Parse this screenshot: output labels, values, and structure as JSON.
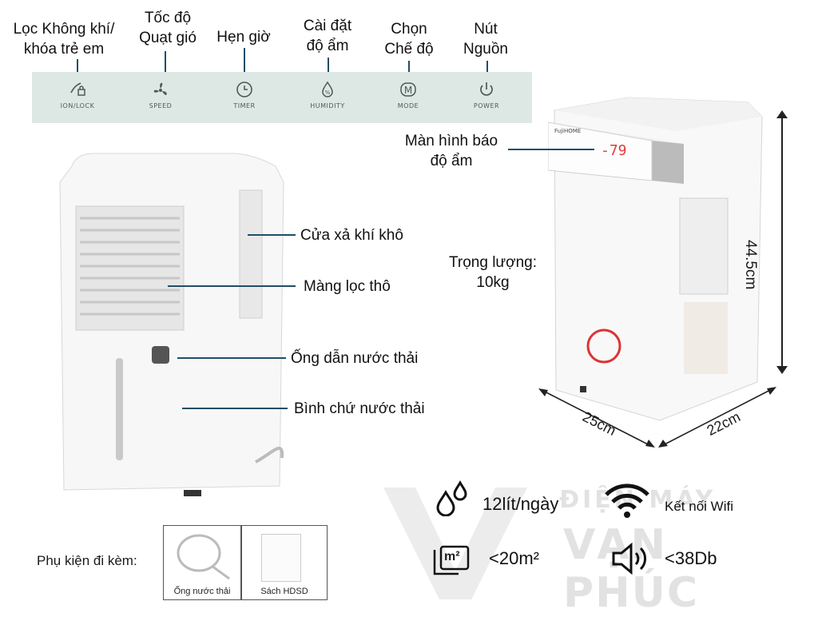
{
  "top_labels": {
    "ion_lock": [
      "Lọc Không khí/",
      "khóa trẻ em"
    ],
    "speed": [
      "Tốc độ",
      "Quạt gió"
    ],
    "timer": [
      "Hẹn giờ"
    ],
    "humidity": [
      "Cài đặt",
      "độ ẩm"
    ],
    "mode": [
      "Chọn",
      "Chế độ"
    ],
    "power": [
      "Nút",
      "Nguồn"
    ]
  },
  "panel": {
    "buttons": [
      {
        "icon": "ion-lock-icon",
        "caption": "ION/LOCK"
      },
      {
        "icon": "fan-icon",
        "caption": "SPEED"
      },
      {
        "icon": "timer-icon",
        "caption": "TIMER"
      },
      {
        "icon": "humidity-icon",
        "caption": "HUMIDITY"
      },
      {
        "icon": "mode-icon",
        "caption": "MODE"
      },
      {
        "icon": "power-icon",
        "caption": "POWER"
      }
    ]
  },
  "front_callouts": {
    "dry_air_outlet": "Cửa xả khí khô",
    "coarse_filter": "Màng lọc thô",
    "drain_hose": "Ống dẫn nước thải",
    "water_tank": "Bình chứ nước thải"
  },
  "side_callouts": {
    "display": [
      "Màn hình báo",
      "độ ẩm"
    ],
    "weight": [
      "Trọng lượng:",
      "10kg"
    ],
    "height": "44.5cm",
    "width": "25cm",
    "depth": "22cm",
    "display_value": "79",
    "brand": "FujiHOME"
  },
  "accessories": {
    "label": "Phụ kiện đi kèm:",
    "items": [
      "Ống nước thải",
      "Sách HDSD"
    ]
  },
  "specs": {
    "capacity": "12lít/ngày",
    "wifi": "Kết nối Wifi",
    "area": "<20m²",
    "noise": "<38Db",
    "area_icon_text": "m²"
  },
  "watermark": {
    "line1": "ĐIỆN MÁY",
    "line2": "VẠN PHÚC"
  },
  "colors": {
    "accent": "#1f4e66",
    "panel_bg": "#dde8e4",
    "display_red": "#e23a3a"
  }
}
